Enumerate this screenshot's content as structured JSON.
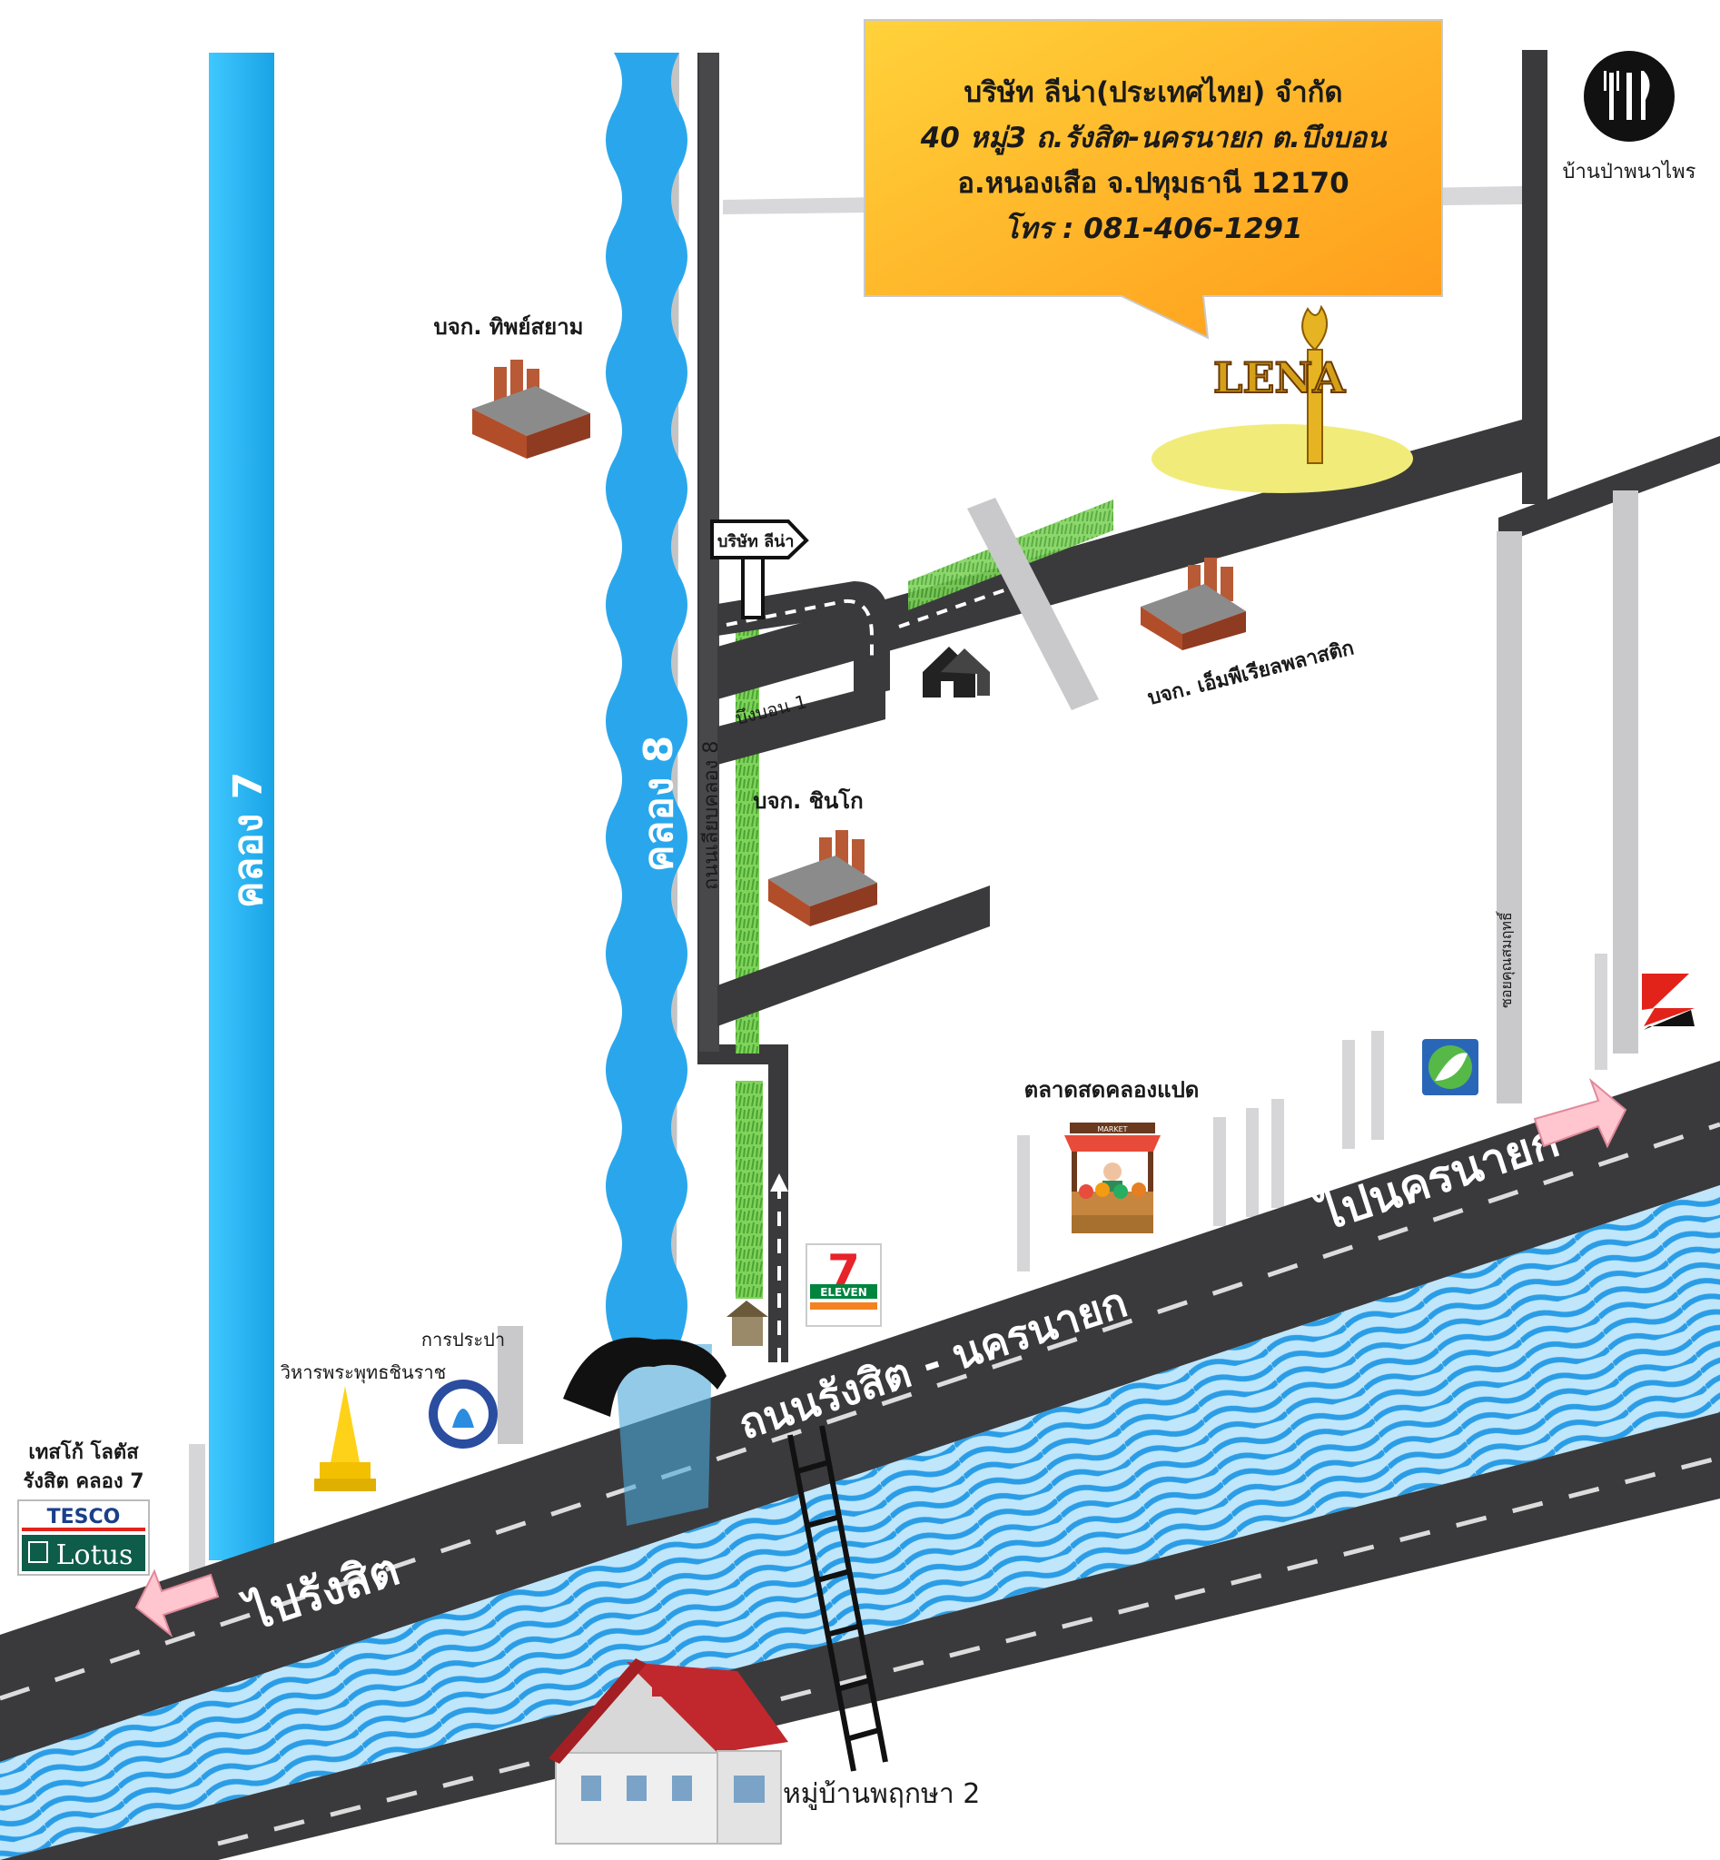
{
  "company": {
    "name": "บริษัท ลีน่า(ประเทศไทย) จำกัด",
    "address_line1": "40 หมู่3 ถ.รังสิต-นครนายก ต.บึงบอน",
    "address_line2": "อ.หนองเสือ จ.ปทุมธานี 12170",
    "phone": "โทร : 081-406-1291",
    "logo_text": "LENA",
    "signpost": "บริษัท ลีน่า"
  },
  "labels": {
    "restaurant": "บ้านป่าพนาไพร",
    "tip_siam": "บจก. ทิพย์สยาม",
    "mp_plastic": "บจก. เอ็มพีเรียลพลาสติก",
    "shinko": "บจก. ชินโก",
    "bueng_bon_1": "บึงบอน 1",
    "road_khlong8": "ถนนเลียบคลอง 8",
    "khlong7": "คลอง 7",
    "khlong8": "คลอง 8",
    "soi": "ซอยคุณสมฤทธิ์",
    "market": "ตลาดสดคลองแปด",
    "market_sign": "MARKET",
    "to_nakhon_nayok": "ไปนครนายก",
    "main_road": "ถนนรังสิต - นครนายก",
    "to_rangsit": "ไปรังสิต",
    "temple": "วิหารพระพุทธชินราช",
    "waterworks": "การประปา",
    "tesco_line1": "เทสโก้ โลตัส",
    "tesco_line2": "รังสิต คลอง 7",
    "tesco_top": "TESCO",
    "tesco_bottom": "Lotus",
    "village": "หมู่บ้านพฤกษา 2",
    "seven_eleven": "ELEVEN",
    "seven": "7"
  },
  "colors": {
    "road": "#3a3a3c",
    "canal": "#2bb7f0",
    "callout_top": "#ffd23a",
    "callout_bottom": "#ff9a1a",
    "arrow_pink": "#ffc6cf",
    "grass": "#6cc24a"
  },
  "icons": [
    "restaurant-icon",
    "factory-icon",
    "house-icon",
    "market-stall-icon",
    "seven-eleven-logo",
    "bangchak-logo",
    "bridgestone-logo",
    "temple-icon",
    "waterworks-seal",
    "tesco-lotus-logo",
    "village-house-icon",
    "lena-logo",
    "signpost-icon",
    "tunnel-icon",
    "ladder-icon"
  ]
}
